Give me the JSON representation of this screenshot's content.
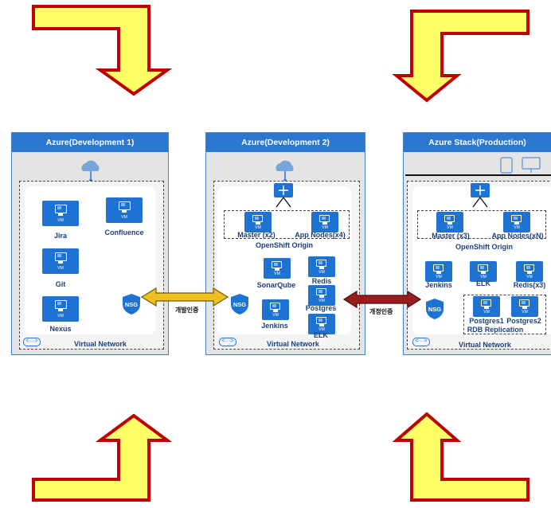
{
  "colors": {
    "azure_blue": "#2b78d0",
    "vm_blue": "#1e73d2",
    "label_navy": "#1e3f7a",
    "arrow_yellow": "#ffff66",
    "arrow_red": "#c00000",
    "arrow_gold": "#f0c020",
    "arrow_darkred": "#9b1c1c"
  },
  "panels": {
    "dev1": {
      "title": "Azure(Development 1)",
      "vms": [
        "Jira",
        "Confluence",
        "Git",
        "Nexus"
      ],
      "nsg": "NSG",
      "vnet": "Virtual Network",
      "vm_tag": "VM"
    },
    "dev2": {
      "title": "Azure(Development 2)",
      "master": "Master (x2)",
      "app_nodes": "App Nodes(x4)",
      "openshift": "OpenShift Origin",
      "vms": [
        "SonarQube",
        "Redis",
        "Postgres",
        "Jenkins",
        "ELK"
      ],
      "nsg": "NSG",
      "vnet": "Virtual Network"
    },
    "prod": {
      "title": "Azure Stack(Production)",
      "master": "Master (x3)",
      "app_nodes": "App Nodes(xN)",
      "openshift": "OpenShift Origin",
      "vms": [
        "Jenkins",
        "ELK",
        "Redis(x3)",
        "Postgres1",
        "Postgres2"
      ],
      "replication": "RDB Replication",
      "nsg": "NSG",
      "vnet": "Virtual Network"
    }
  },
  "connections": [
    {
      "label": "개발인증"
    },
    {
      "label": "개정인증"
    }
  ],
  "vnet_icon_glyph": "<···>"
}
